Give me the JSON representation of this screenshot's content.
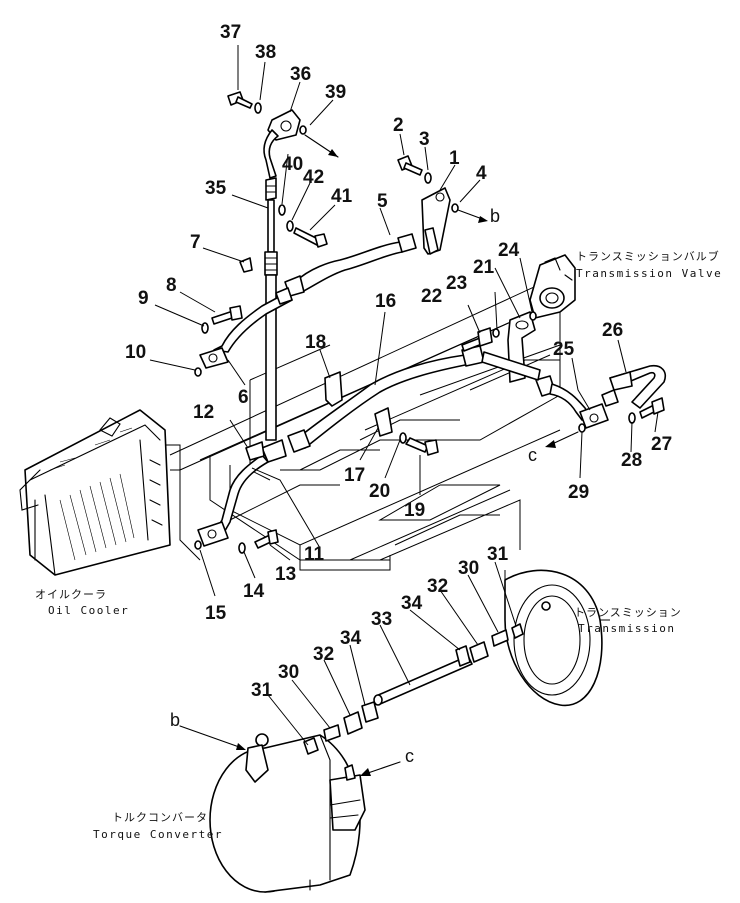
{
  "part_numbers": [
    "1",
    "2",
    "3",
    "4",
    "5",
    "6",
    "7",
    "8",
    "9",
    "10",
    "11",
    "12",
    "13",
    "14",
    "15",
    "16",
    "17",
    "18",
    "19",
    "20",
    "21",
    "22",
    "23",
    "24",
    "25",
    "26",
    "27",
    "28",
    "29",
    "30",
    "30",
    "31",
    "31",
    "32",
    "32",
    "33",
    "34",
    "34",
    "35",
    "36",
    "37",
    "38",
    "39",
    "40",
    "41",
    "42"
  ],
  "arrow_letters": [
    "b",
    "c",
    "b",
    "c"
  ],
  "components": {
    "transmission_valve": {
      "label_jp": "トランスミッションバルブ",
      "label_en": "Transmission Valve"
    },
    "oil_cooler": {
      "label_jp": "オイルクーラ",
      "label_en": "Oil Cooler"
    },
    "transmission": {
      "label_jp": "トランスミッション",
      "label_en": "Transmission"
    },
    "torque_converter": {
      "label_jp": "トルクコンバータ",
      "label_en": "Torque Converter"
    }
  }
}
